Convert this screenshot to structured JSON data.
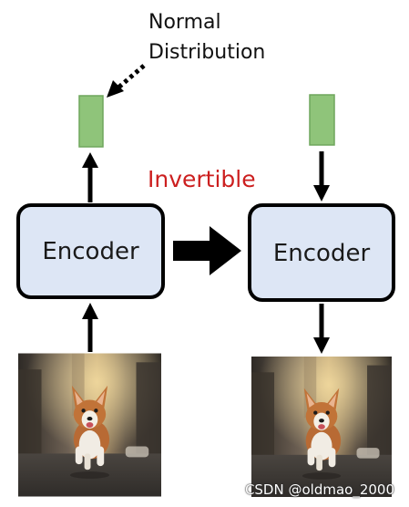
{
  "labels": {
    "normal_distribution_line1": "Normal",
    "normal_distribution_line2": "Distribution",
    "invertible": "Invertible",
    "watermark": "CSDN @oldmao_2000"
  },
  "left_panel": {
    "encoder_label": "Encoder"
  },
  "right_panel": {
    "encoder_label": "Encoder"
  },
  "colors": {
    "encoder_fill": "#dde6f5",
    "latent_fill": "#8fc47a",
    "invertible_text": "#cc1f1f",
    "arrow": "#000000"
  },
  "icons": {
    "dog_photo_left": "corgi-running-photo",
    "dog_photo_right": "corgi-running-photo"
  }
}
